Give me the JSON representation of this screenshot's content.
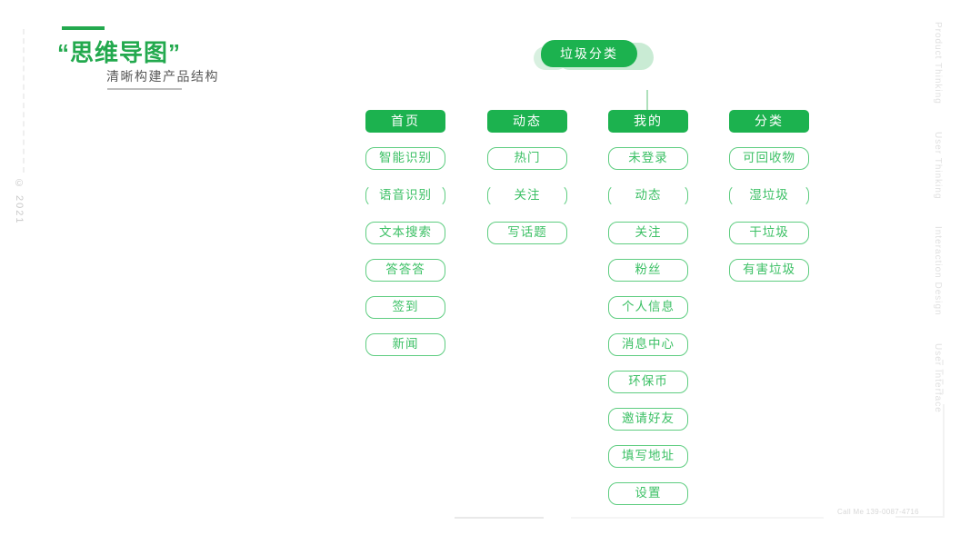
{
  "page": {
    "title": "“思维导图”",
    "subtitle": "清晰构建产品结构",
    "copyright": "© 2021",
    "contact": "Call Me   139-0087-4716"
  },
  "side_labels": [
    "Product Thinking",
    "User Thinking",
    "Interaction Design",
    "User Interface"
  ],
  "colors": {
    "primary_green": "#1cb24f",
    "title_green": "#23a94e",
    "node_text_green": "#3cc065",
    "node_border_green": "#5ecd80",
    "echo_light_green": "#c9ebd4"
  },
  "mindmap": {
    "root": "垃圾分类",
    "branches": [
      {
        "label": "首页",
        "children": [
          "智能识别",
          "语音识别",
          "文本搜索",
          "答答答",
          "签到",
          "新闻"
        ]
      },
      {
        "label": "动态",
        "children": [
          "热门",
          "关注",
          "写话题"
        ]
      },
      {
        "label": "我的",
        "children": [
          "未登录",
          "动态",
          "关注",
          "粉丝",
          "个人信息",
          "消息中心",
          "环保币",
          "邀请好友",
          "填写地址",
          "设置"
        ]
      },
      {
        "label": "分类",
        "children": [
          "可回收物",
          "湿垃圾",
          "干垃圾",
          "有害垃圾"
        ]
      }
    ]
  }
}
